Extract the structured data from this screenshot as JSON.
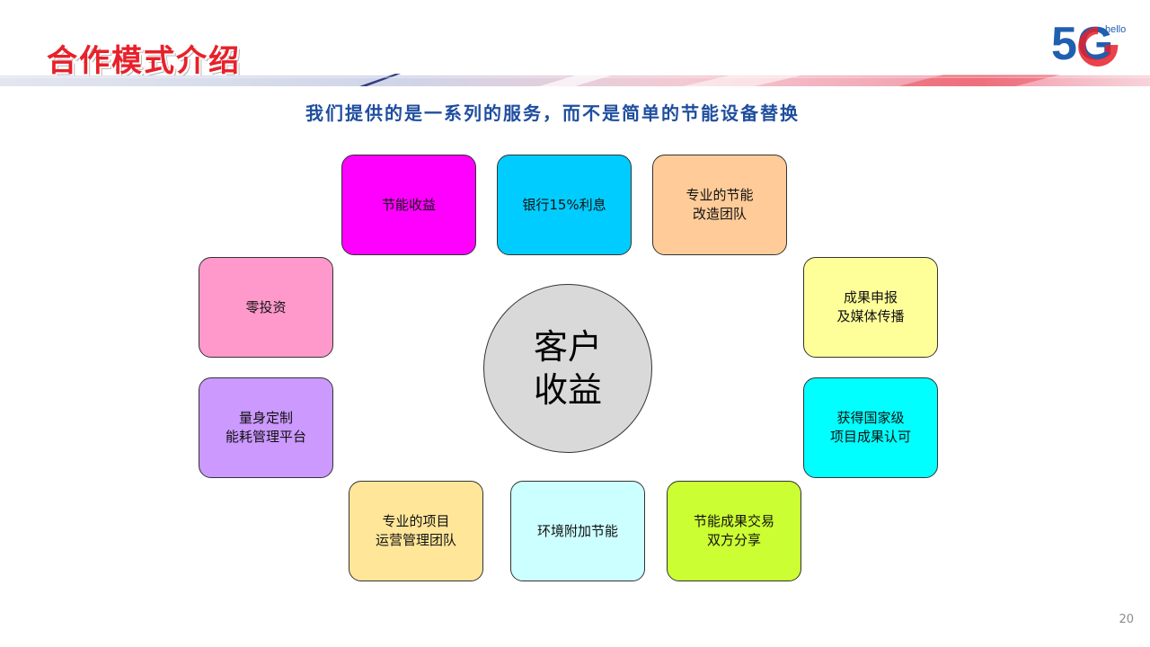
{
  "header": {
    "title": "合作模式介绍",
    "logo_text": "5G",
    "logo_small_text": "hello"
  },
  "subtitle": "我们提供的是一系列的服务，而不是简单的节能设备替换",
  "center": {
    "label": "客户\n收益"
  },
  "items": [
    {
      "label": "节能收益",
      "color": "#ff00ff"
    },
    {
      "label": "银行15%利息",
      "color": "#00ccff"
    },
    {
      "label": "专业的节能\n改造团队",
      "color": "#ffcc99"
    },
    {
      "label": "成果申报\n及媒体传播",
      "color": "#ffff99"
    },
    {
      "label": "获得国家级\n项目成果认可",
      "color": "#00ffff"
    },
    {
      "label": "节能成果交易\n双方分享",
      "color": "#ccff33"
    },
    {
      "label": "环境附加节能",
      "color": "#ccffff"
    },
    {
      "label": "专业的项目\n运营管理团队",
      "color": "#ffe699"
    },
    {
      "label": "量身定制\n能耗管理平台",
      "color": "#cc99ff"
    },
    {
      "label": "零投资",
      "color": "#ff99cc"
    }
  ],
  "page_number": "20",
  "colors": {
    "title": "#e8202a",
    "subtitle": "#1f4e9e",
    "logo_blue": "#1f5fb0",
    "logo_red": "#e8202a"
  }
}
